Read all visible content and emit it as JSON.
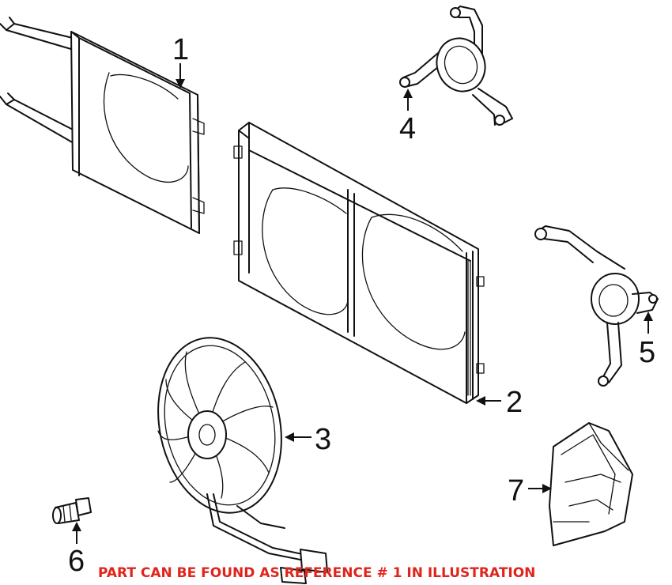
{
  "callouts": {
    "c1": "1",
    "c2": "2",
    "c3": "3",
    "c4": "4",
    "c5": "5",
    "c6": "6",
    "c7": "7"
  },
  "note": "PART CAN BE FOUND AS REFERENCE # 1 IN ILLUSTRATION",
  "colors": {
    "note": "#e0241c",
    "line": "#111111",
    "background": "#ffffff"
  }
}
